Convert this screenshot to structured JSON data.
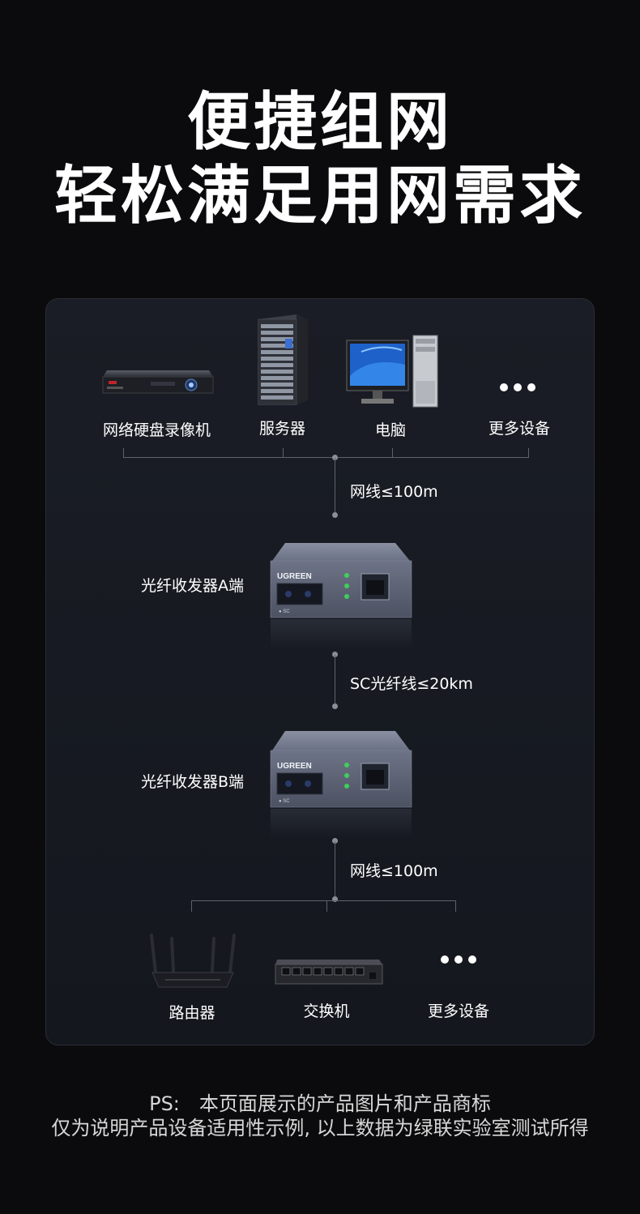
{
  "headline": {
    "line1": "便捷组网",
    "line2": "轻松满足用网需求"
  },
  "top_devices": [
    {
      "label": "网络硬盘录像机",
      "icon": "nvr-icon"
    },
    {
      "label": "服务器",
      "icon": "server-rack-icon"
    },
    {
      "label": "电脑",
      "icon": "desktop-computer-icon"
    },
    {
      "label": "更多设备",
      "icon": "more-dots-icon"
    }
  ],
  "links": {
    "top_cable": "网线≤100m",
    "fiber_cable": "SC光纤线≤20km",
    "bottom_cable": "网线≤100m"
  },
  "transceivers": {
    "a": {
      "label": "光纤收发器A端",
      "brand": "UGREEN",
      "port_label": "SC"
    },
    "b": {
      "label": "光纤收发器B端",
      "brand": "UGREEN",
      "port_label": "SC"
    }
  },
  "bottom_devices": [
    {
      "label": "路由器",
      "icon": "router-icon"
    },
    {
      "label": "交换机",
      "icon": "switch-icon"
    },
    {
      "label": "更多设备",
      "icon": "more-dots-icon"
    }
  ],
  "footer": {
    "line1": "PS:　本页面展示的产品图片和产品商标",
    "line2": "仅为说明产品设备适用性示例, 以上数据为绿联实验室测试所得"
  },
  "colors": {
    "background": "#0b0b0d",
    "panel": "#171a21",
    "connector": "#5e626c",
    "led": "#3ecf5a",
    "device_body": "#5a6070"
  }
}
